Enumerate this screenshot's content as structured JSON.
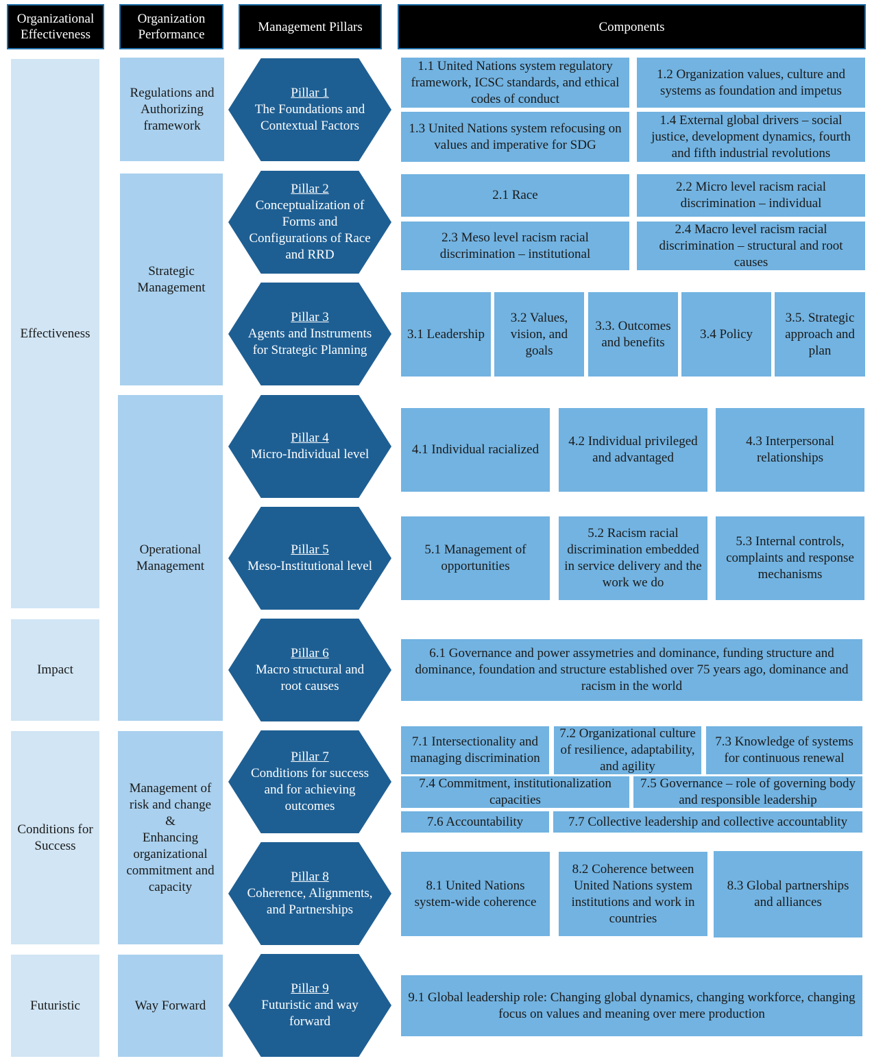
{
  "headers": {
    "effectiveness": "Organizational\nEffectiveness",
    "performance": "Organization\nPerformance",
    "pillars": "Management Pillars",
    "components": "Components"
  },
  "effectiveness_col": [
    "Effectiveness",
    "Impact",
    "Conditions for\nSuccess",
    "Futuristic"
  ],
  "performance_col": [
    "Regulations and\nAuthorizing\nframework",
    "Strategic\nManagement",
    "Operational\nManagement",
    "Management of\nrisk and change\n&\nEnhancing\norganizational\ncommitment and\ncapacity",
    "Way Forward"
  ],
  "pillars": [
    {
      "title": "Pillar 1",
      "name": "The Foundations and\nContextual Factors"
    },
    {
      "title": "Pillar 2",
      "name": "Conceptualization of\nForms and\nConfigurations of Race\nand RRD"
    },
    {
      "title": "Pillar 3",
      "name": "Agents and Instruments\nfor Strategic Planning"
    },
    {
      "title": "Pillar 4",
      "name": "Micro-Individual level"
    },
    {
      "title": "Pillar 5",
      "name": "Meso-Institutional level"
    },
    {
      "title": "Pillar 6",
      "name": "Macro structural and\nroot causes"
    },
    {
      "title": "Pillar 7",
      "name": "Conditions for success\nand for achieving\noutcomes"
    },
    {
      "title": "Pillar 8",
      "name": "Coherence, Alignments,\nand Partnerships"
    },
    {
      "title": "Pillar 9",
      "name": "Futuristic and way\nforward"
    }
  ],
  "components": {
    "c1_1": "1.1 United Nations system regulatory framework, ICSC standards, and ethical codes of conduct",
    "c1_2": "1.2 Organization values, culture and systems as foundation and impetus",
    "c1_3": "1.3 United Nations system refocusing on values and imperative for SDG",
    "c1_4": "1.4 External global drivers – social justice, development dynamics, fourth and fifth industrial revolutions",
    "c2_1": "2.1 Race",
    "c2_2": "2.2 Micro level racism racial discrimination – individual",
    "c2_3": "2.3  Meso level racism racial discrimination – institutional",
    "c2_4": "2.4 Macro level racism racial discrimination – structural and root causes",
    "c3_1": "3.1 Leadership",
    "c3_2": "3.2 Values, vision, and goals",
    "c3_3": "3.3. Outcomes and benefits",
    "c3_4": "3.4 Policy",
    "c3_5": "3.5. Strategic approach and plan",
    "c4_1": "4.1 Individual racialized",
    "c4_2": "4.2 Individual privileged and advantaged",
    "c4_3": "4.3 Interpersonal relationships",
    "c5_1": "5.1 Management of opportunities",
    "c5_2": "5.2 Racism racial discrimination embedded in service delivery and the work we do",
    "c5_3": "5.3  Internal controls, complaints and response mechanisms",
    "c6_1": "6.1 Governance and power assymetries and dominance, funding structure and dominance, foundation and structure established over 75 years ago, dominance and racism in the world",
    "c7_1": "7.1 Intersectionality and managing discrimination",
    "c7_2": "7.2 Organizational culture of resilience, adaptability, and agility",
    "c7_3": "7.3 Knowledge of systems for continuous renewal",
    "c7_4": "7.4 Commitment, institutionalization capacities",
    "c7_5": "7.5 Governance – role of governing body and responsible leadership",
    "c7_6": "7.6 Accountability",
    "c7_7": "7.7 Collective leadership and collective accountablity",
    "c8_1": "8.1 United Nations system-wide coherence",
    "c8_2": "8.2 Coherence between United Nations system institutions and work in countries",
    "c8_3": "8.3 Global partnerships and alliances",
    "c9_1": "9.1 Global leadership role: Changing global dynamics, changing workforce, changing focus on values and meaning over mere production"
  }
}
